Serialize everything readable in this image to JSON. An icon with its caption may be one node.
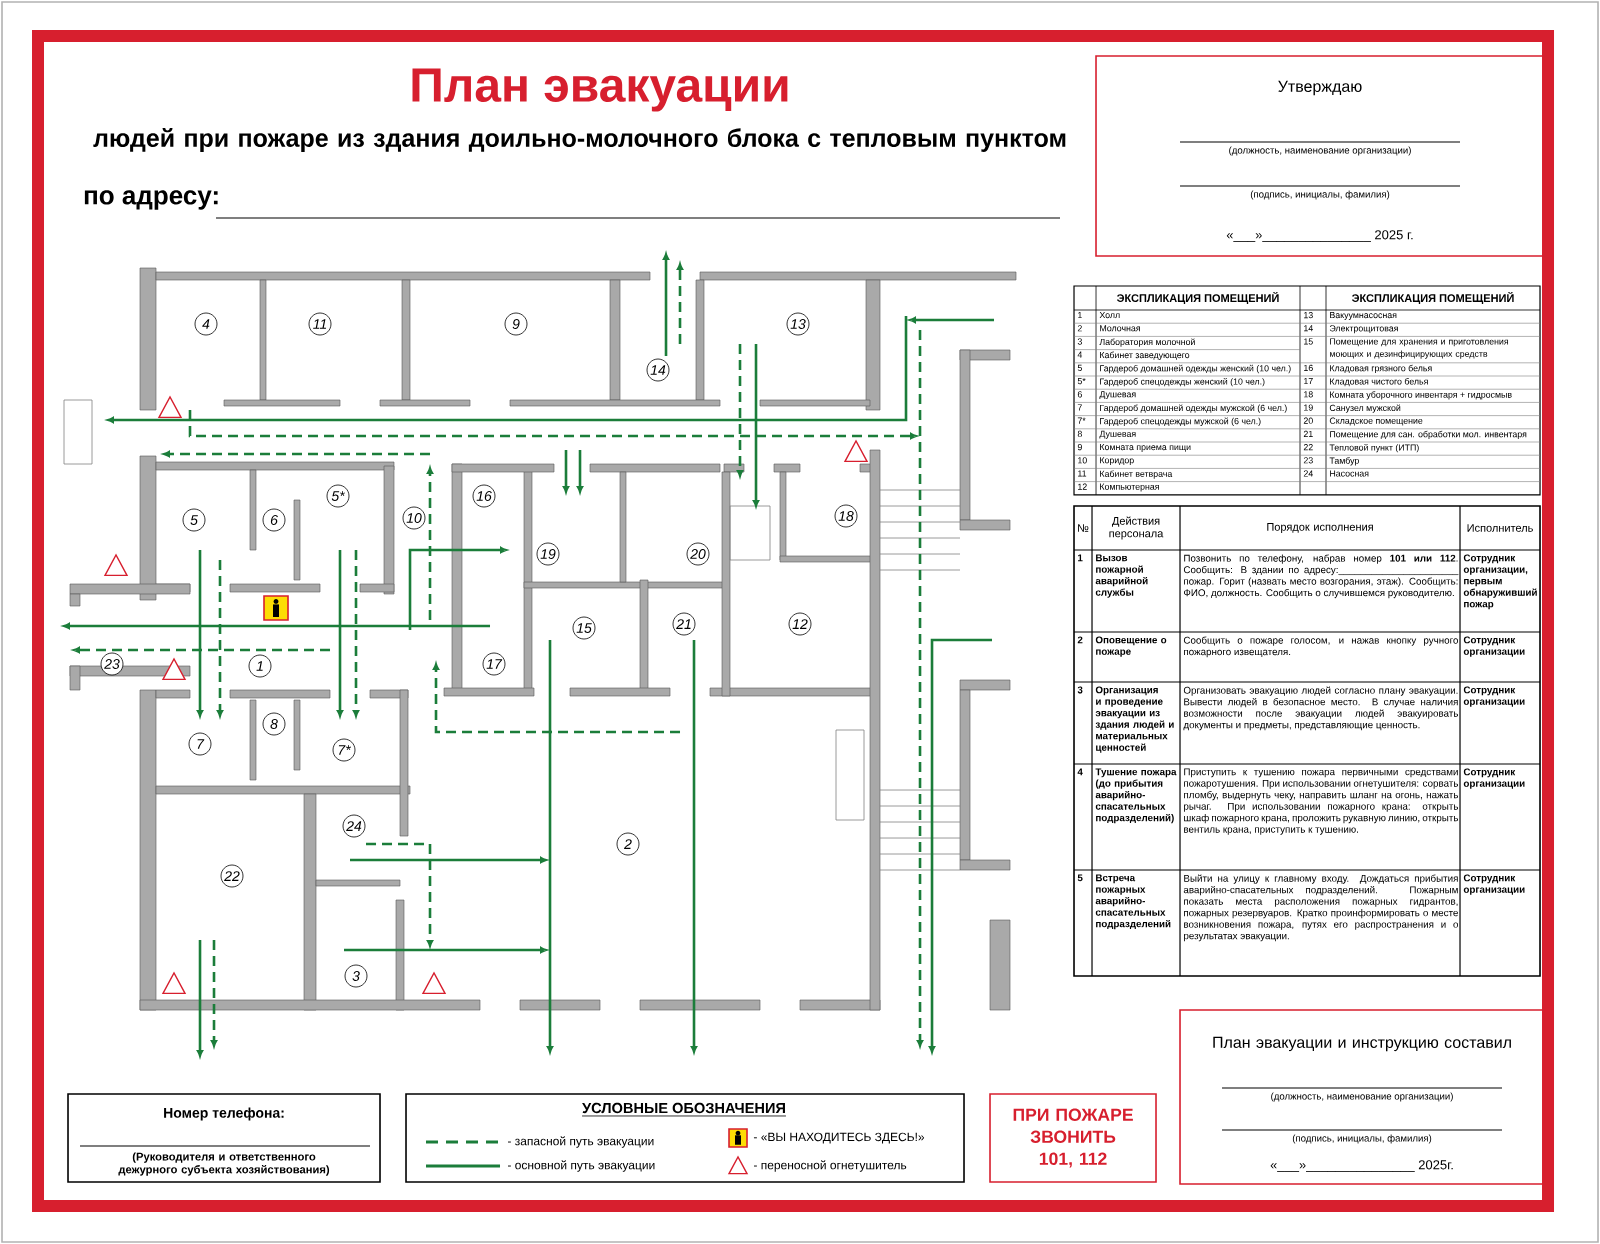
{
  "diagram": {
    "title": "План эвакуации",
    "nodes": [
      {
        "text": [
          "Утверждаю",
          "(должность, наименование организации)",
          "(подпись, инициалы, фамилия)",
          "«___»_______________ 2025 г."
        ]
      },
      {
        "text": [
          "План эвакуации и инструкцию составил",
          "(должность, наименование организации)",
          "(подпись, инициалы, фамилия)",
          "«___»_______________ 2025г."
        ]
      },
      {
        "text": [
          "Номер телефона:",
          "(Руководителя и ответственного дежурного субъекта хозяйствования)"
        ]
      },
      {
        "text": [
          "УСЛОВНЫЕ ОБОЗНАЧЕНИЯ"
        ]
      },
      {
        "text": [
          "ПРИ ПОЖАРЕ ЗВОНИТЬ 101, 112"
        ]
      }
    ],
    "labels": [
      "людей при пожаре из здания доильно-молочного блока с тепловым пунктом",
      "по адресу:",
      "4",
      "11",
      "9",
      "13",
      "14",
      "5*",
      "16",
      "5",
      "6",
      "10",
      "18",
      "19",
      "20",
      "15",
      "21",
      "12",
      "23",
      "1",
      "17",
      "7",
      "8",
      "7*",
      "24",
      "2",
      "22",
      "3",
      "ЭКСПЛИКАЦИЯ ПОМЕЩЕНИЙ",
      "ЭКСПЛИКАЦИЯ ПОМЕЩЕНИЙ",
      "1",
      "Холл",
      "13",
      "Вакуумнасосная",
      "2",
      "Молочная",
      "14",
      "Электрощитовая",
      "3",
      "Лаборатория молочной",
      "15",
      "Помещение для хранения и приготовления моющих и дезинфицирующих средств",
      "4",
      "Кабинет заведующего",
      "5",
      "Гардероб домашней одежды женский (10 чел.)",
      "16",
      "Кладовая грязного белья",
      "5*",
      "Гардероб спецодежды женский (10 чел.)",
      "17",
      "Кладовая чистого белья",
      "6",
      "Душевая",
      "18",
      "Комната уборочного инвентаря + гидросмыв",
      "7",
      "Гардероб домашней одежды мужской (6 чел.)",
      "19",
      "Санузел мужской",
      "7*",
      "Гардероб спецодежды мужской (6 чел.)",
      "20",
      "Складское помещение",
      "8",
      "Душевая",
      "21",
      "Помещение для сан. обработки мол. инвентаря",
      "9",
      "Комната приема пищи",
      "22",
      "Тепловой пункт (ИТП)",
      "10",
      "Коридор",
      "23",
      "Тамбур",
      "11",
      "Кабинет ветврача",
      "24",
      "Насосная",
      "12",
      "Компьютерная",
      "№",
      "Действия персонала",
      "Порядок исполнения",
      "Исполнитель",
      "1",
      "Вызов пожарной аварийной службы",
      "Позвонить по телефону, набрав номер **101 или 112**. Сообщить: В здании по адресу:______________________ пожар. Горит (назвать место возгорания, этаж). Сообщить: ФИО, должность. Сообщить о случившемся руководителю.",
      "Сотрудник организации, первым обнаруживший пожар",
      "2",
      "Оповещение о пожаре",
      "Сообщить о пожаре голосом, и нажав кнопку ручного пожарного извещателя.",
      "Сотрудник организации",
      "3",
      "Организация и проведение эвакуации из здания людей и материальных ценностей",
      "Организовать эвакуацию людей согласно плану эвакуации. Вывести людей в безопасное место. В случае наличия возможности после эвакуации людей эвакуировать документы и предметы, представляющие ценность.",
      "Сотрудник организации",
      "4",
      "Тушение пожара (до прибытия аварийно-спасательных подразделений)",
      "Приступить к тушению пожара первичными средствами пожаротушения. При использовании огнетушителя: сорвать пломбу, выдернуть чеку, направить шланг на огонь, нажать рычаг. При использовании пожарного крана: открыть шкаф пожарного крана, проложить рукавную линию, открыть вентиль крана, приступить к тушению.",
      "Сотрудник организации",
      "5",
      "Встреча пожарных аварийно-спасательных подразделений",
      "Выйти на улицу к главному входу. Дождаться прибытия аварийно-спасательных подразделений. Пожарным показать места расположения пожарных гидрантов, пожарных резервуаров. Кратко проинформировать о месте возникновения пожара, путях его распространения и о результатах эвакуации.",
      "Сотрудник организации"
    ],
    "legend": [
      {
        "text": "- запасной путь эвакуации"
      },
      {
        "text": "- «ВЫ НАХОДИТЕСЬ ЗДЕСЬ!»"
      },
      {
        "text": "- основной путь эвакуации"
      },
      {
        "text": "- переносной огнетушитель"
      }
    ]
  }
}
